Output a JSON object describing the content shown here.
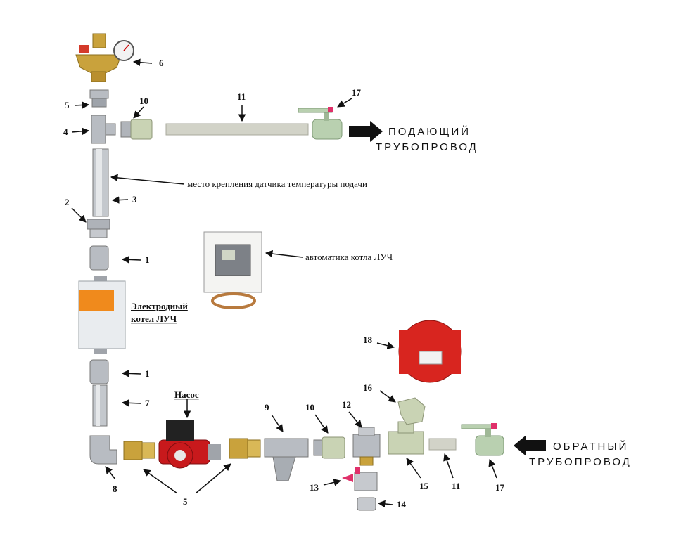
{
  "labels": {
    "n1_top": "1",
    "n1_bottom": "1",
    "n2": "2",
    "n3": "3",
    "n4": "4",
    "n5_top": "5",
    "n5_bottom": "5",
    "n6": "6",
    "n7": "7",
    "n8": "8",
    "n9": "9",
    "n10_top": "10",
    "n10_bottom": "10",
    "n11_top": "11",
    "n11_bottom": "11",
    "n12": "12",
    "n13": "13",
    "n14": "14",
    "n15": "15",
    "n16": "16",
    "n17_top": "17",
    "n17_bottom": "17",
    "n18": "18"
  },
  "supply": {
    "line1": "ПОДАЮЩИЙ",
    "line2": "ТРУБОПРОВОД"
  },
  "return": {
    "line1": "ОБРАТНЫЙ",
    "line2": "ТРУБОПРОВОД"
  },
  "notes": {
    "sensor": "место крепления датчика температуры подачи",
    "automation": "автоматика котла ЛУЧ",
    "boiler_line1": "Электродный",
    "boiler_line2": "котел  ЛУЧ",
    "pump": "Насос"
  },
  "colors": {
    "brass": "#c9a23c",
    "steel": "#b8bcc2",
    "pipe": "#d2d3c8",
    "pp_fitting": "#c9d3b4",
    "valve_green": "#b9d0b0",
    "valve_red": "#e0306a",
    "tank_red": "#d8251f",
    "pump_red": "#c8191c",
    "boiler_orange": "#f08a1c"
  }
}
